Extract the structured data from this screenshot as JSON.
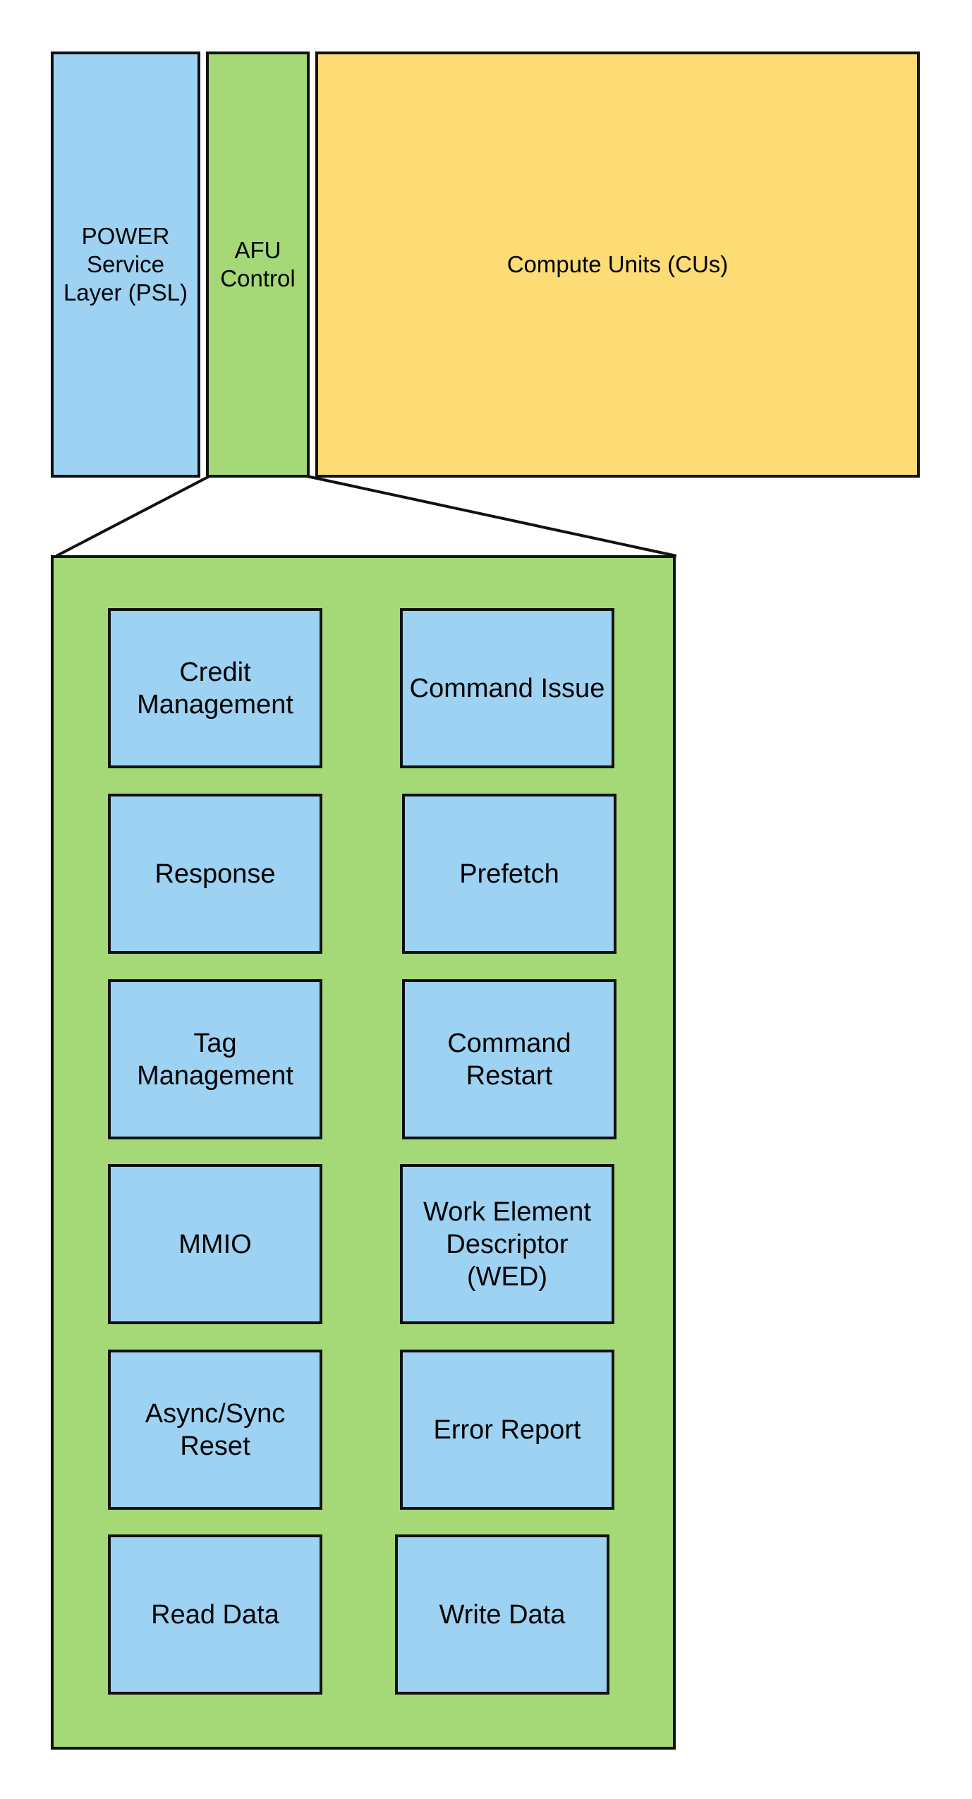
{
  "colors": {
    "psl": "#9dd2f2",
    "afu": "#a5d977",
    "cu": "#fddc76",
    "module": "#9dd2f2",
    "border": "#111111"
  },
  "top_row": {
    "psl": {
      "label": "POWER\nService\nLayer (PSL)"
    },
    "afu_control": {
      "label": "AFU\nControl"
    },
    "compute_units": {
      "label": "Compute Units (CUs)"
    }
  },
  "afu_detail": {
    "modules": [
      {
        "label": "Credit\nManagement"
      },
      {
        "label": "Command Issue"
      },
      {
        "label": "Response"
      },
      {
        "label": "Prefetch"
      },
      {
        "label": "Tag\nManagement"
      },
      {
        "label": "Command\nRestart"
      },
      {
        "label": "MMIO"
      },
      {
        "label": "Work Element\nDescriptor\n(WED)"
      },
      {
        "label": "Async/Sync\nReset"
      },
      {
        "label": "Error Report"
      },
      {
        "label": "Read Data"
      },
      {
        "label": "Write Data"
      }
    ]
  }
}
